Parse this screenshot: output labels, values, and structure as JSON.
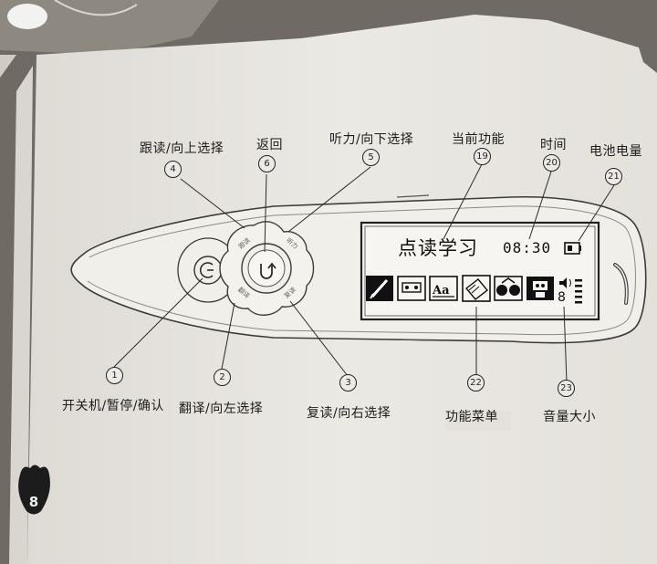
{
  "labels": {
    "follow_read": "跟读/向上选择",
    "back": "返回",
    "listen": "听力/向下选择",
    "current_function": "当前功能",
    "time": "时间",
    "battery": "电池电量",
    "power": "开关机/暂停/确认",
    "translate": "翻译/向左选择",
    "repeat": "复读/向右选择",
    "menu": "功能菜单",
    "volume": "音量大小"
  },
  "numbers": {
    "n1": "1",
    "n2": "2",
    "n3": "3",
    "n4": "4",
    "n5": "5",
    "n6": "6",
    "n19": "19",
    "n20": "20",
    "n21": "21",
    "n22": "22",
    "n23": "23"
  },
  "screen": {
    "title": "点读学习",
    "time": "08:30",
    "volume_level": "8",
    "menu_icons": [
      "pen-icon",
      "tape-icon",
      "text-aa-icon",
      "book-icon",
      "glasses-icon",
      "robot-icon"
    ]
  },
  "buttons": {
    "top": "跟读",
    "right": "听力",
    "bottom": "复读",
    "left": "翻译"
  },
  "page_number": "8",
  "colors": {
    "paper": "#e9e7e2",
    "ink": "#1c1c1c",
    "background": "#7a746c"
  }
}
